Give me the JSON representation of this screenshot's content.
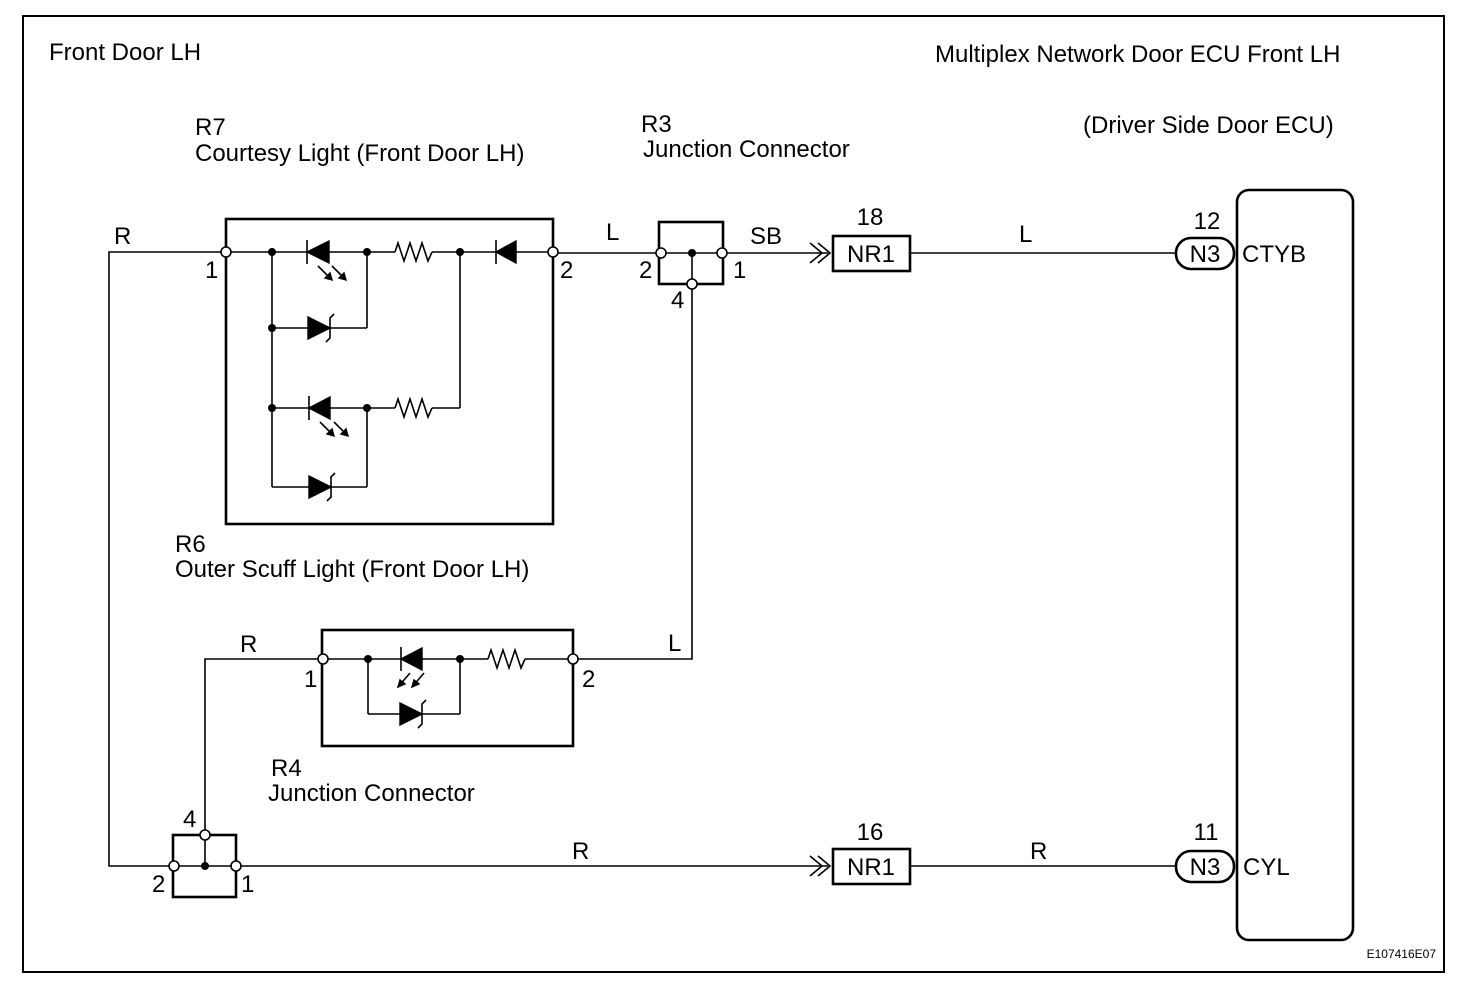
{
  "section_left": "Front Door LH",
  "section_right": "Multiplex Network Door ECU Front LH",
  "ecu": {
    "subtitle": "(Driver Side Door ECU)",
    "pins": [
      {
        "num": "12",
        "connector": "N3",
        "terminal": "CTYB"
      },
      {
        "num": "11",
        "connector": "N3",
        "terminal": "CYL"
      }
    ]
  },
  "components": {
    "r7": {
      "code": "R7",
      "name": "Courtesy Light (Front Door LH)",
      "pin_left": "1",
      "pin_right": "2"
    },
    "r3": {
      "code": "R3",
      "name": "Junction Connector",
      "pin_left": "2",
      "pin_right": "1",
      "pin_bottom": "4"
    },
    "r6": {
      "code": "R6",
      "name": "Outer Scuff Light (Front Door LH)",
      "pin_left": "1",
      "pin_right": "2"
    },
    "r4": {
      "code": "R4",
      "name": "Junction Connector",
      "pin_left": "2",
      "pin_right": "1",
      "pin_top": "4"
    }
  },
  "splices": [
    {
      "code": "NR1",
      "pin": "18"
    },
    {
      "code": "NR1",
      "pin": "16"
    }
  ],
  "wires": {
    "r7_left": "R",
    "r7_to_r3": "L",
    "r3_to_nr1": "SB",
    "nr1_to_ecu_top": "L",
    "r6_left": "R",
    "r6_right": "L",
    "r4_to_nr1": "R",
    "nr1_to_ecu_bottom": "R"
  },
  "figure_code": "E107416E07"
}
